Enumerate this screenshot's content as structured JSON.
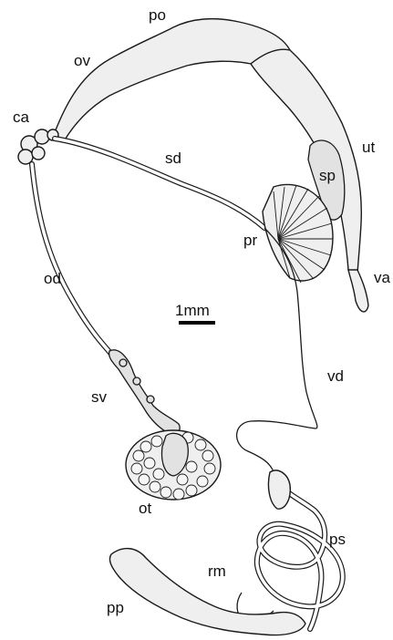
{
  "labels": {
    "po": "po",
    "ov": "ov",
    "ca": "ca",
    "ut": "ut",
    "sd": "sd",
    "sp": "sp",
    "pr": "pr",
    "va": "va",
    "od": "od",
    "scale": "1mm",
    "vd": "vd",
    "sv": "sv",
    "ot": "ot",
    "ps": "ps",
    "rm": "rm",
    "pp": "pp"
  }
}
